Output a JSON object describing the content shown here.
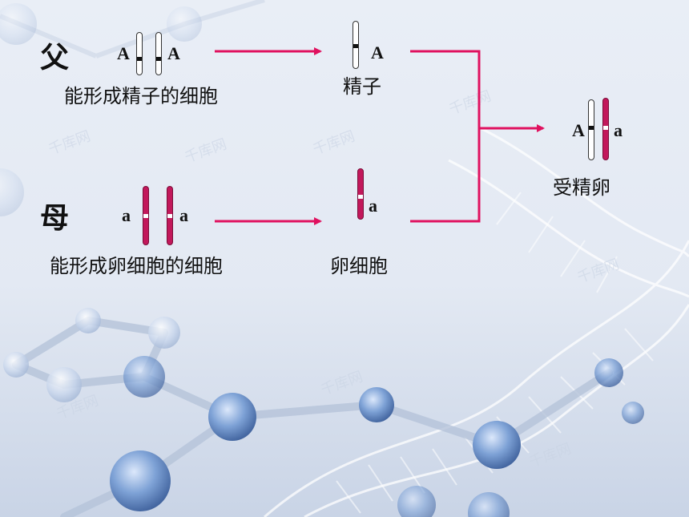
{
  "colors": {
    "arrow": "#e0115f",
    "chromosome_red": "#c2185b",
    "chromosome_white": "#ffffff"
  },
  "father": {
    "label": "父",
    "cell_caption": "能形成精子的细胞",
    "allele_left": "A",
    "allele_right": "A",
    "gamete_allele": "A",
    "gamete_caption": "精子"
  },
  "mother": {
    "label": "母",
    "cell_caption": "能形成卵细胞的细胞",
    "allele_left": "a",
    "allele_right": "a",
    "gamete_allele": "a",
    "gamete_caption": "卵细胞"
  },
  "zygote": {
    "allele_left": "A",
    "allele_right": "a",
    "caption": "受精卵"
  },
  "watermark": "千库网"
}
